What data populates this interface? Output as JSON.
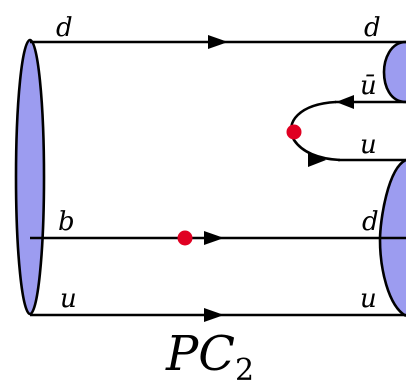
{
  "labels": {
    "left_top": "d",
    "left_mid": "b",
    "left_bottom": "u",
    "right_top": "d",
    "right_ubar": "ū",
    "right_u": "u",
    "right_mid": "d",
    "right_bottom": "u"
  },
  "title": {
    "main": "PC",
    "subscript": "2"
  },
  "colors": {
    "blob_fill": "#9c9cf0",
    "vertex": "#e00022",
    "line": "#000000"
  }
}
